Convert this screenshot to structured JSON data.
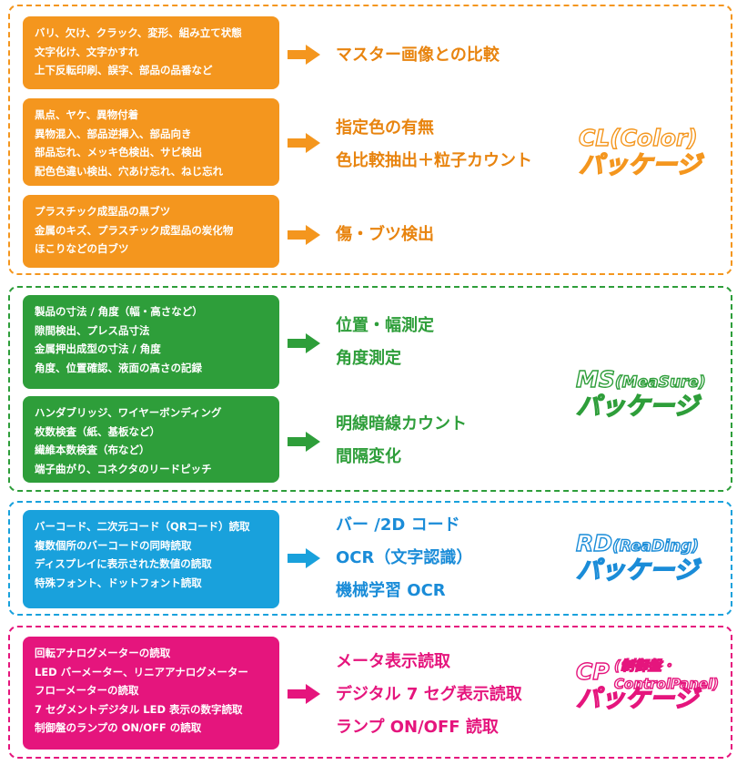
{
  "colors": {
    "cl": "#f4961e",
    "ms": "#2e9e3a",
    "rd": "#19a1dc",
    "cp": "#e5157d",
    "cl_text": "#e8840f",
    "ms_text": "#2e9e3a",
    "rd_text": "#1a8cd8",
    "cp_text": "#e5157d"
  },
  "cl": {
    "rows": [
      {
        "lines": [
          "バリ、欠け、クラック、変形、組み立て状態",
          "文字化け、文字かすれ",
          "上下反転印刷、誤字、部品の品番など"
        ],
        "results": [
          "マスター画像との比較"
        ]
      },
      {
        "lines": [
          "黒点、ヤケ、異物付着",
          "異物混入、部品逆挿入、部品向き",
          "部品忘れ、メッキ色検出、サビ検出",
          "配色色違い検出、穴あけ忘れ、ねじ忘れ"
        ],
        "results": [
          "指定色の有無",
          "色比較抽出＋粒子カウント"
        ]
      },
      {
        "lines": [
          "プラスチック成型品の黒ブツ",
          "金属のキズ、プラスチック成型品の炭化物",
          "ほこりなどの白ブツ"
        ],
        "results": [
          "傷・ブツ検出"
        ]
      }
    ],
    "package": {
      "line1": "CL(Color)",
      "line2": "パッケージ"
    }
  },
  "ms": {
    "rows": [
      {
        "lines": [
          "製品の寸法 / 角度（幅・高さなど）",
          "隙間検出、プレス品寸法",
          "金属押出成型の寸法 / 角度",
          "角度、位置確認、液面の高さの記録"
        ],
        "results": [
          "位置・幅測定",
          "角度測定"
        ]
      },
      {
        "lines": [
          "ハンダブリッジ、ワイヤーボンディング",
          "枚数検査（紙、基板など）",
          "繊維本数検査（布など）",
          "端子曲がり、コネクタのリードピッチ"
        ],
        "results": [
          "明線暗線カウント",
          "間隔変化"
        ]
      }
    ],
    "package": {
      "line1a": "MS",
      "line1b": "(MeaSure)",
      "line2": "パッケージ"
    }
  },
  "rd": {
    "rows": [
      {
        "lines": [
          "バーコード、二次元コード（QRコード）読取",
          "複数個所のバーコードの同時読取",
          "ディスプレイに表示された数値の読取",
          "特殊フォント、ドットフォント読取"
        ],
        "results": [
          "バー /2D コード",
          "OCR（文字認識）",
          "機械学習 OCR"
        ]
      }
    ],
    "package": {
      "line1a": "RD",
      "line1b": "(ReaDing)",
      "line2": "パッケージ"
    }
  },
  "cp": {
    "rows": [
      {
        "lines": [
          "回転アナログメーターの読取",
          "LED バーメーター、リニアアナログメーター",
          "フローメーターの読取",
          "7 セグメントデジタル LED 表示の数字読取",
          "制御盤のランプの ON/OFF の読取"
        ],
        "results": [
          "メータ表示読取",
          "デジタル 7 セグ表示読取",
          "ランプ ON/OFF 読取"
        ]
      }
    ],
    "package": {
      "line1a": "CP",
      "side1": "(制御盤・",
      "side2": "ControlPanel)",
      "line2": "パッケージ"
    }
  }
}
